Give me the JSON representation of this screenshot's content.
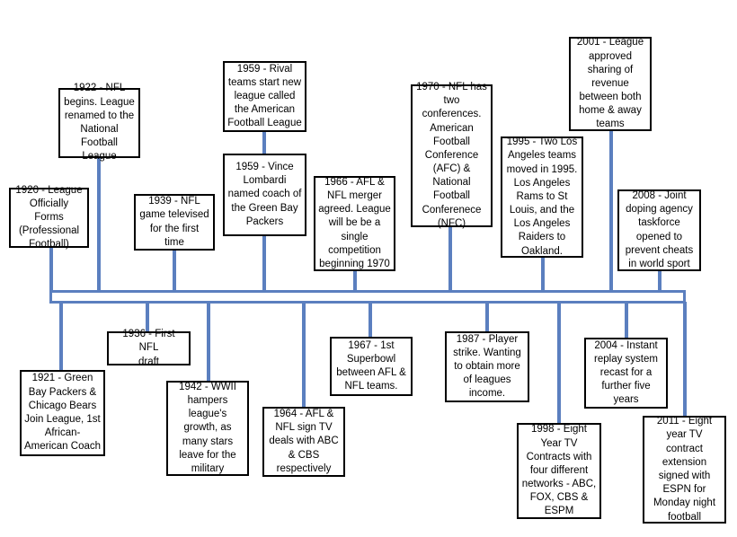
{
  "timeline": {
    "accent_color": "#5b7fbf",
    "events": {
      "e1920": {
        "text": "1920 - League\nOfficially Forms\n(Professional\nFootball)"
      },
      "e1922": {
        "text": "1922 - NFL\nbegins. League\nrenamed to the\nNational\nFootball League"
      },
      "e1939": {
        "text": "1939 - NFL\ngame televised\nfor the first\ntime"
      },
      "e1959a": {
        "text": "1959 - Rival\nteams start new\nleague called\nthe American\nFootball League"
      },
      "e1959b": {
        "text": "1959  - Vince\nLombardi\nnamed coach of\nthe Green Bay\nPackers"
      },
      "e1966": {
        "text": "1966 - AFL &\nNFL merger\nagreed. League\nwill be be a\nsingle\ncompetition\nbeginning 1970"
      },
      "e1970": {
        "text": "1970 - NFL has\ntwo\nconferences.\nAmerican\nFootball\nConference\n(AFC) &\nNational\nFootball\nConferenece\n(NFC)"
      },
      "e1995": {
        "text": "1995 - Two Los\nAngeles teams\nmoved in 1995.\nLos Angeles\nRams to St\nLouis, and the\nLos Angeles\nRaiders to\nOakland."
      },
      "e2001": {
        "text": "2001 - League\napproved\nsharing of\nrevenue\nbetween both\nhome & away\nteams"
      },
      "e2008": {
        "text": "2008 - Joint\ndoping agency\ntaskforce\nopened to\nprevent cheats\nin world sport"
      },
      "e1921": {
        "text": "1921 - Green\nBay Packers &\nChicago Bears\nJoin League, 1st\nAfrican-\nAmerican Coach"
      },
      "e1936": {
        "text": "1936 - First NFL\ndraft"
      },
      "e1942": {
        "text": "1942 - WWII\nhampers\nleague's\ngrowth, as\nmany stars\nleave for the\nmilitary"
      },
      "e1964": {
        "text": "1964 - AFL &\nNFL sign TV\ndeals with ABC\n& CBS\nrespectively"
      },
      "e1967": {
        "text": "1967 - 1st\nSuperbowl\nbetween AFL &\nNFL teams."
      },
      "e1987": {
        "text": "1987 - Player\nstrike. Wanting\nto obtain more\nof leagues\nincome."
      },
      "e1998": {
        "text": "1998 - Eight\nYear TV\nContracts with\nfour different\nnetworks - ABC,\nFOX, CBS &\nESPM"
      },
      "e2004": {
        "text": "2004 - Instant\nreplay system\nrecast for a\nfurther five\nyears"
      },
      "e2011": {
        "text": "2011 - Eight\nyear TV\ncontract\nextension\nsigned with\nESPN for\nMonday night\nfootball"
      }
    }
  }
}
